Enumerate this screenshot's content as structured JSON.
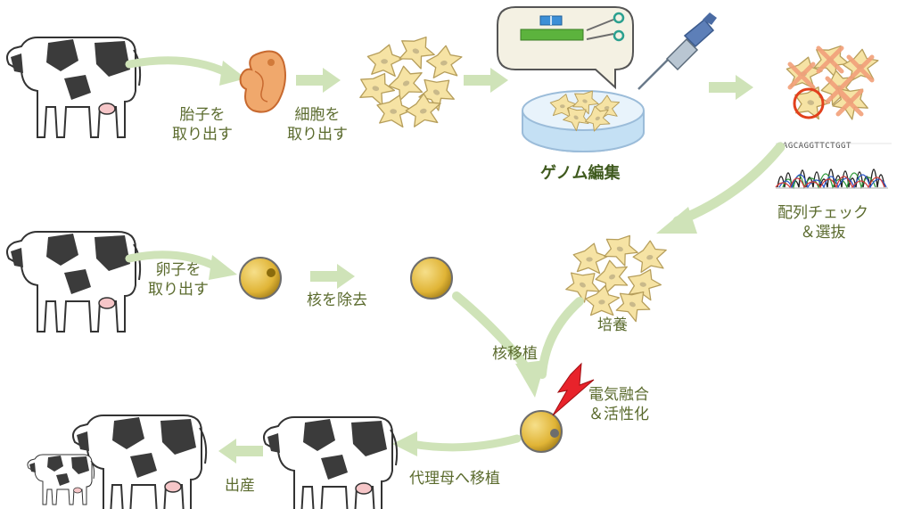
{
  "labels": {
    "extract_embryo": "胎子を\n取り出す",
    "extract_cells": "細胞を\n取り出す",
    "genome_editing": "ゲノム編集",
    "check_select": "配列チェック\n＆選抜",
    "culture": "培養",
    "extract_egg": "卵子を\n取り出す",
    "remove_nucleus": "核を除去",
    "nuclear_transfer": "核移植",
    "electrofusion": "電気融合\n＆活性化",
    "transfer_surrogate": "代理母へ移植",
    "birth": "出産"
  },
  "sequence_text": "GAGCAGGTTCTGGT",
  "colors": {
    "arrow": "#cfe3b8",
    "label_text": "#5b6b2e",
    "cell_fill": "#f6e3a4",
    "cell_nucleus": "#c9b98a",
    "embryo": "#f0a86c",
    "egg": "#e7c04a",
    "cross": "#f2a07a",
    "circle": "#e2401c",
    "dish": "#bcd8ef",
    "lightning": "#e8232b"
  }
}
